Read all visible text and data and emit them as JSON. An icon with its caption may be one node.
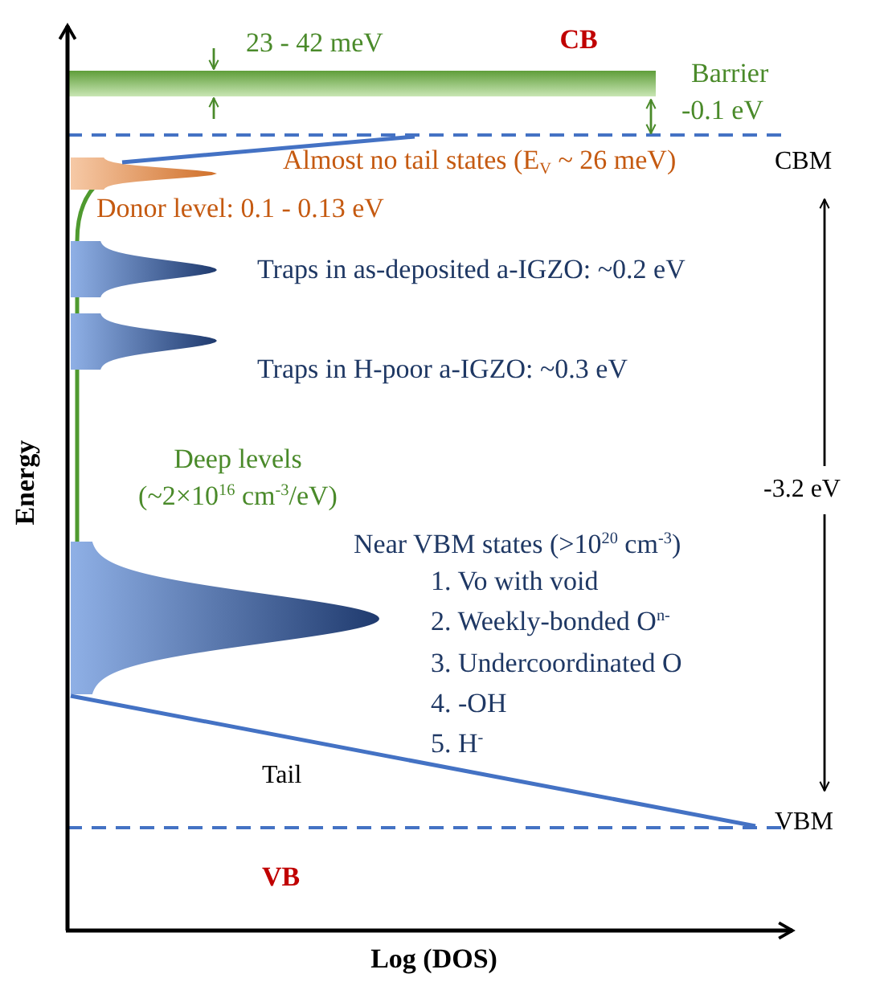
{
  "diagram": {
    "labels": [
      "CB",
      "23 - 42 meV",
      "Barrier",
      "-0.1 eV",
      "Almost no tail states (E$_{V}$ ~ 26 meV)",
      "CBM",
      "Donor level: 0.1 - 0.13 eV",
      "Traps in as-deposited a-IGZO: ~0.2 eV",
      "Traps in H-poor a-IGZO: ~0.3 eV",
      "Deep levels",
      "(~2×10$^{16}$ cm$^{-3}$/eV)",
      "Energy",
      "-3.2 eV",
      "Near VBM states (>10$^{20}$ cm$^{-3}$)",
      "1.  Vo with void",
      "2.  Weekly-bonded O$^{n-}$",
      "3.  Undercoordinated O",
      "4.  -OH",
      "5.  H$^{-}$",
      "Tail",
      "VBM",
      "VB",
      "Log (DOS)"
    ]
  }
}
